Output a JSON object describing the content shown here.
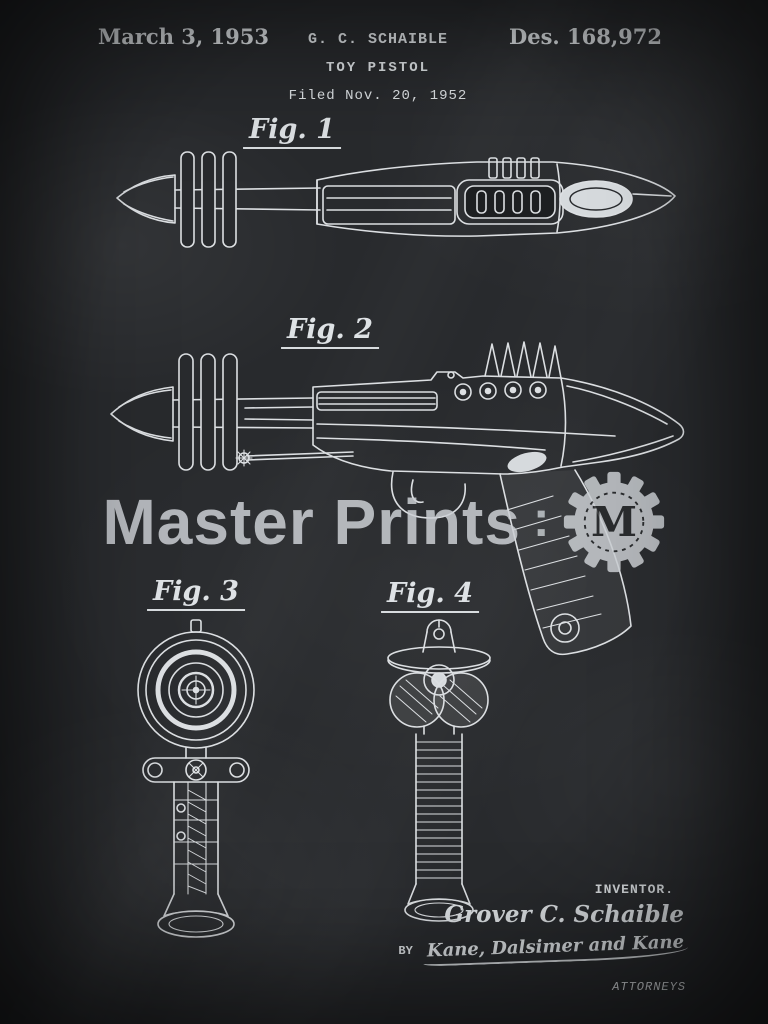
{
  "header": {
    "date": "March 3, 1953",
    "inventor": "G. C. SCHAIBLE",
    "patent_number": "Des. 168,972"
  },
  "title_block": {
    "title": "TOY PISTOL",
    "filed_line": "Filed Nov. 20, 1952"
  },
  "figures": {
    "fig1": "Fig. 1",
    "fig2": "Fig. 2",
    "fig3": "Fig. 3",
    "fig4": "Fig. 4"
  },
  "watermark": {
    "brand": "Master Prints",
    "separator": ":",
    "monogram": "M"
  },
  "footer": {
    "inventor_caption": "INVENTOR.",
    "inventor_name": "Grover C. Schaible",
    "by_label": "BY",
    "attorney_signature": "Kane, Dalsimer and Kane",
    "attorneys_caption": "ATTORNEYS"
  },
  "colors": {
    "background": "#282a2d",
    "chalk": "#dee2e5",
    "watermark": "#cbcfd3"
  }
}
